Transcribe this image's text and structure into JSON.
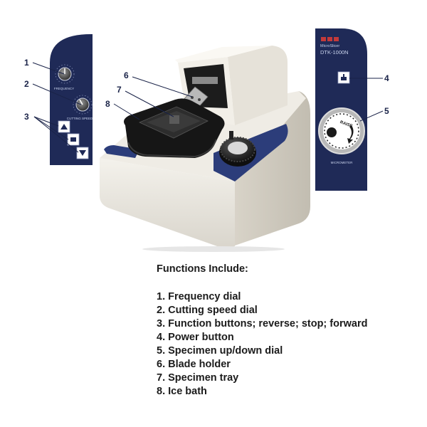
{
  "callouts": [
    "1",
    "2",
    "3",
    "4",
    "5",
    "6",
    "7",
    "8"
  ],
  "left_panel": {
    "frequency_label": "FREQUENCY",
    "cutting_speed_label": "CUTTING SPEED"
  },
  "right_panel": {
    "model_line1": "MicroSlicer",
    "model_line2": "DTK-1000N",
    "dial_label": "RAISE",
    "micrometer_label": "MICROMETER"
  },
  "functions": {
    "title": "Functions Include:",
    "items": [
      "1. Frequency dial",
      "2. Cutting speed dial",
      "3. Function buttons; reverse; stop; forward",
      "4. Power button",
      "5. Specimen up/down dial",
      "6. Blade holder",
      "7. Specimen tray",
      "8. Ice bath"
    ]
  },
  "colors": {
    "panel_navy": "#1f2a57",
    "machine_body": "#ece9e2",
    "tray_black": "#1a1a1a",
    "callout_line": "#1a2348"
  }
}
